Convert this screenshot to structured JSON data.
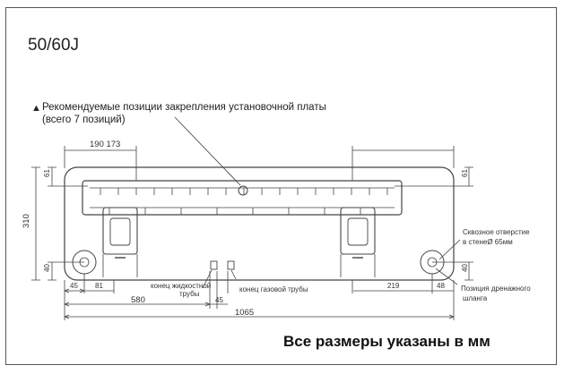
{
  "model": "50/60J",
  "note_line1": "Рекомендуемые позиции закрепления установочной платы",
  "note_line2": "(всего 7 позиций)",
  "footer": "Все размеры указаны в мм",
  "dim_top_left": "190 173",
  "dim_height": "310",
  "dim_61_left": "61",
  "dim_61_right": "61",
  "dim_40_left": "40",
  "dim_40_right": "40",
  "dim_45_left": "45",
  "dim_81": "81",
  "dim_580": "580",
  "dim_45_mid": "45",
  "dim_1065": "1065",
  "dim_219": "219",
  "dim_48": "48",
  "label_liquid_line1": "конец жидкостной",
  "label_liquid_line2": "трубы",
  "label_gas": "конец газовой трубы",
  "label_hole_line1": "Сквозное отверстие",
  "label_hole_line2": "в стенеØ 65мм",
  "label_drain_line1": "Позиция дренажного",
  "label_drain_line2": "шланга"
}
